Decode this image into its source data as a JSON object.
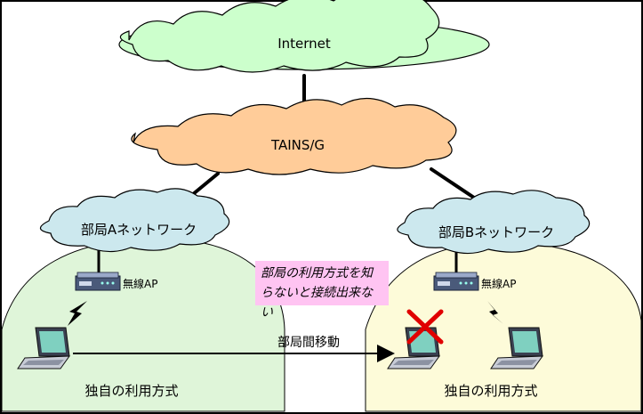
{
  "clouds": {
    "internet": "Internet",
    "tains": "TAINS/G",
    "net_a": "部局Aネットワーク",
    "net_b": "部局Bネットワーク"
  },
  "access_points": {
    "a": "無線AP",
    "b": "無線AP"
  },
  "note": {
    "line1": "部局の利用方式を知",
    "line2": "らないと接続出来ない"
  },
  "move_label": "部局間移動",
  "scope_labels": {
    "a": "独自の利用方式",
    "b": "独自の利用方式"
  },
  "colors": {
    "internet_cloud": "#ccffcc",
    "tains_cloud": "#ffcc99",
    "network_cloud": "#cce8ee",
    "zone_a": "#dff5d9",
    "zone_b": "#fdfbd9",
    "note_bg": "#ffc4f2",
    "fail_mark": "#e00000",
    "laptop_screen": "#7fd0c0"
  },
  "icons": {
    "access_point": "router-icon",
    "wireless": "lightning-icon",
    "laptop": "laptop-icon",
    "failure": "red-cross-icon"
  }
}
